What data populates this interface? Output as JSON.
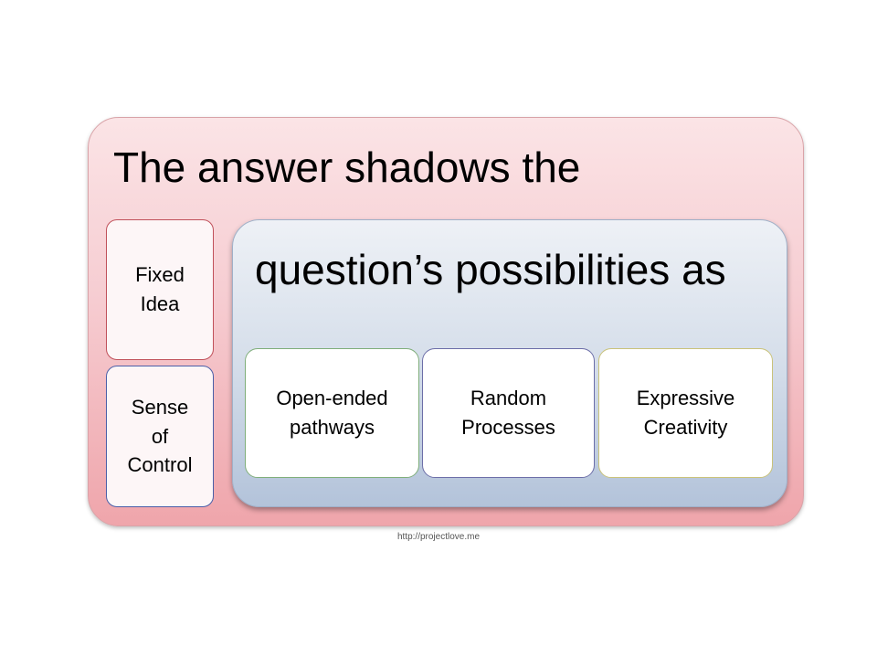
{
  "diagram": {
    "title": "The answer shadows the",
    "left_boxes": [
      {
        "line1": "Fixed",
        "line2": "Idea"
      },
      {
        "line1": "Sense",
        "line2": "of",
        "line3": "Control"
      }
    ],
    "subtitle": "question’s possibilities as",
    "cards": [
      {
        "line1": "Open-ended",
        "line2": "pathways"
      },
      {
        "line1": "Random",
        "line2": "Processes"
      },
      {
        "line1": "Expressive",
        "line2": "Creativity"
      }
    ],
    "credit": "http://projectlove.me"
  },
  "colors": {
    "outer_fill": "#f6ccd1",
    "inner_fill": "#d5deea",
    "fixed_border": "#c0505a",
    "sense_border": "#4b5fa8"
  }
}
